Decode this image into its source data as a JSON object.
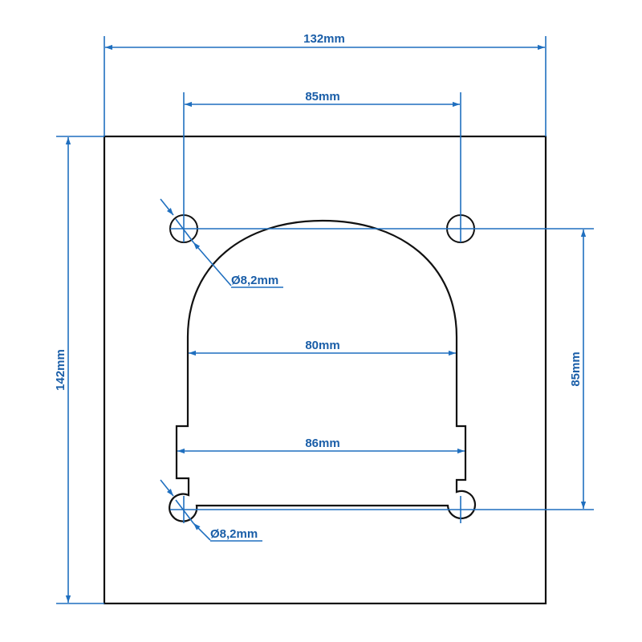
{
  "drawing": {
    "title": "Mounting plate technical drawing",
    "colors": {
      "outline": "#111111",
      "dimension": "#1f6fbf",
      "dimension_text": "#1a5ea8",
      "background": "#ffffff"
    },
    "dimensions": {
      "overall_width": "132mm",
      "hole_spacing_horizontal": "85mm",
      "overall_height": "142mm",
      "hole_spacing_vertical": "85mm",
      "arch_width": "80mm",
      "lower_cutout_width": "86mm",
      "top_hole_diameter": "Ø8,2mm",
      "bottom_hole_diameter": "Ø8,2mm"
    }
  }
}
